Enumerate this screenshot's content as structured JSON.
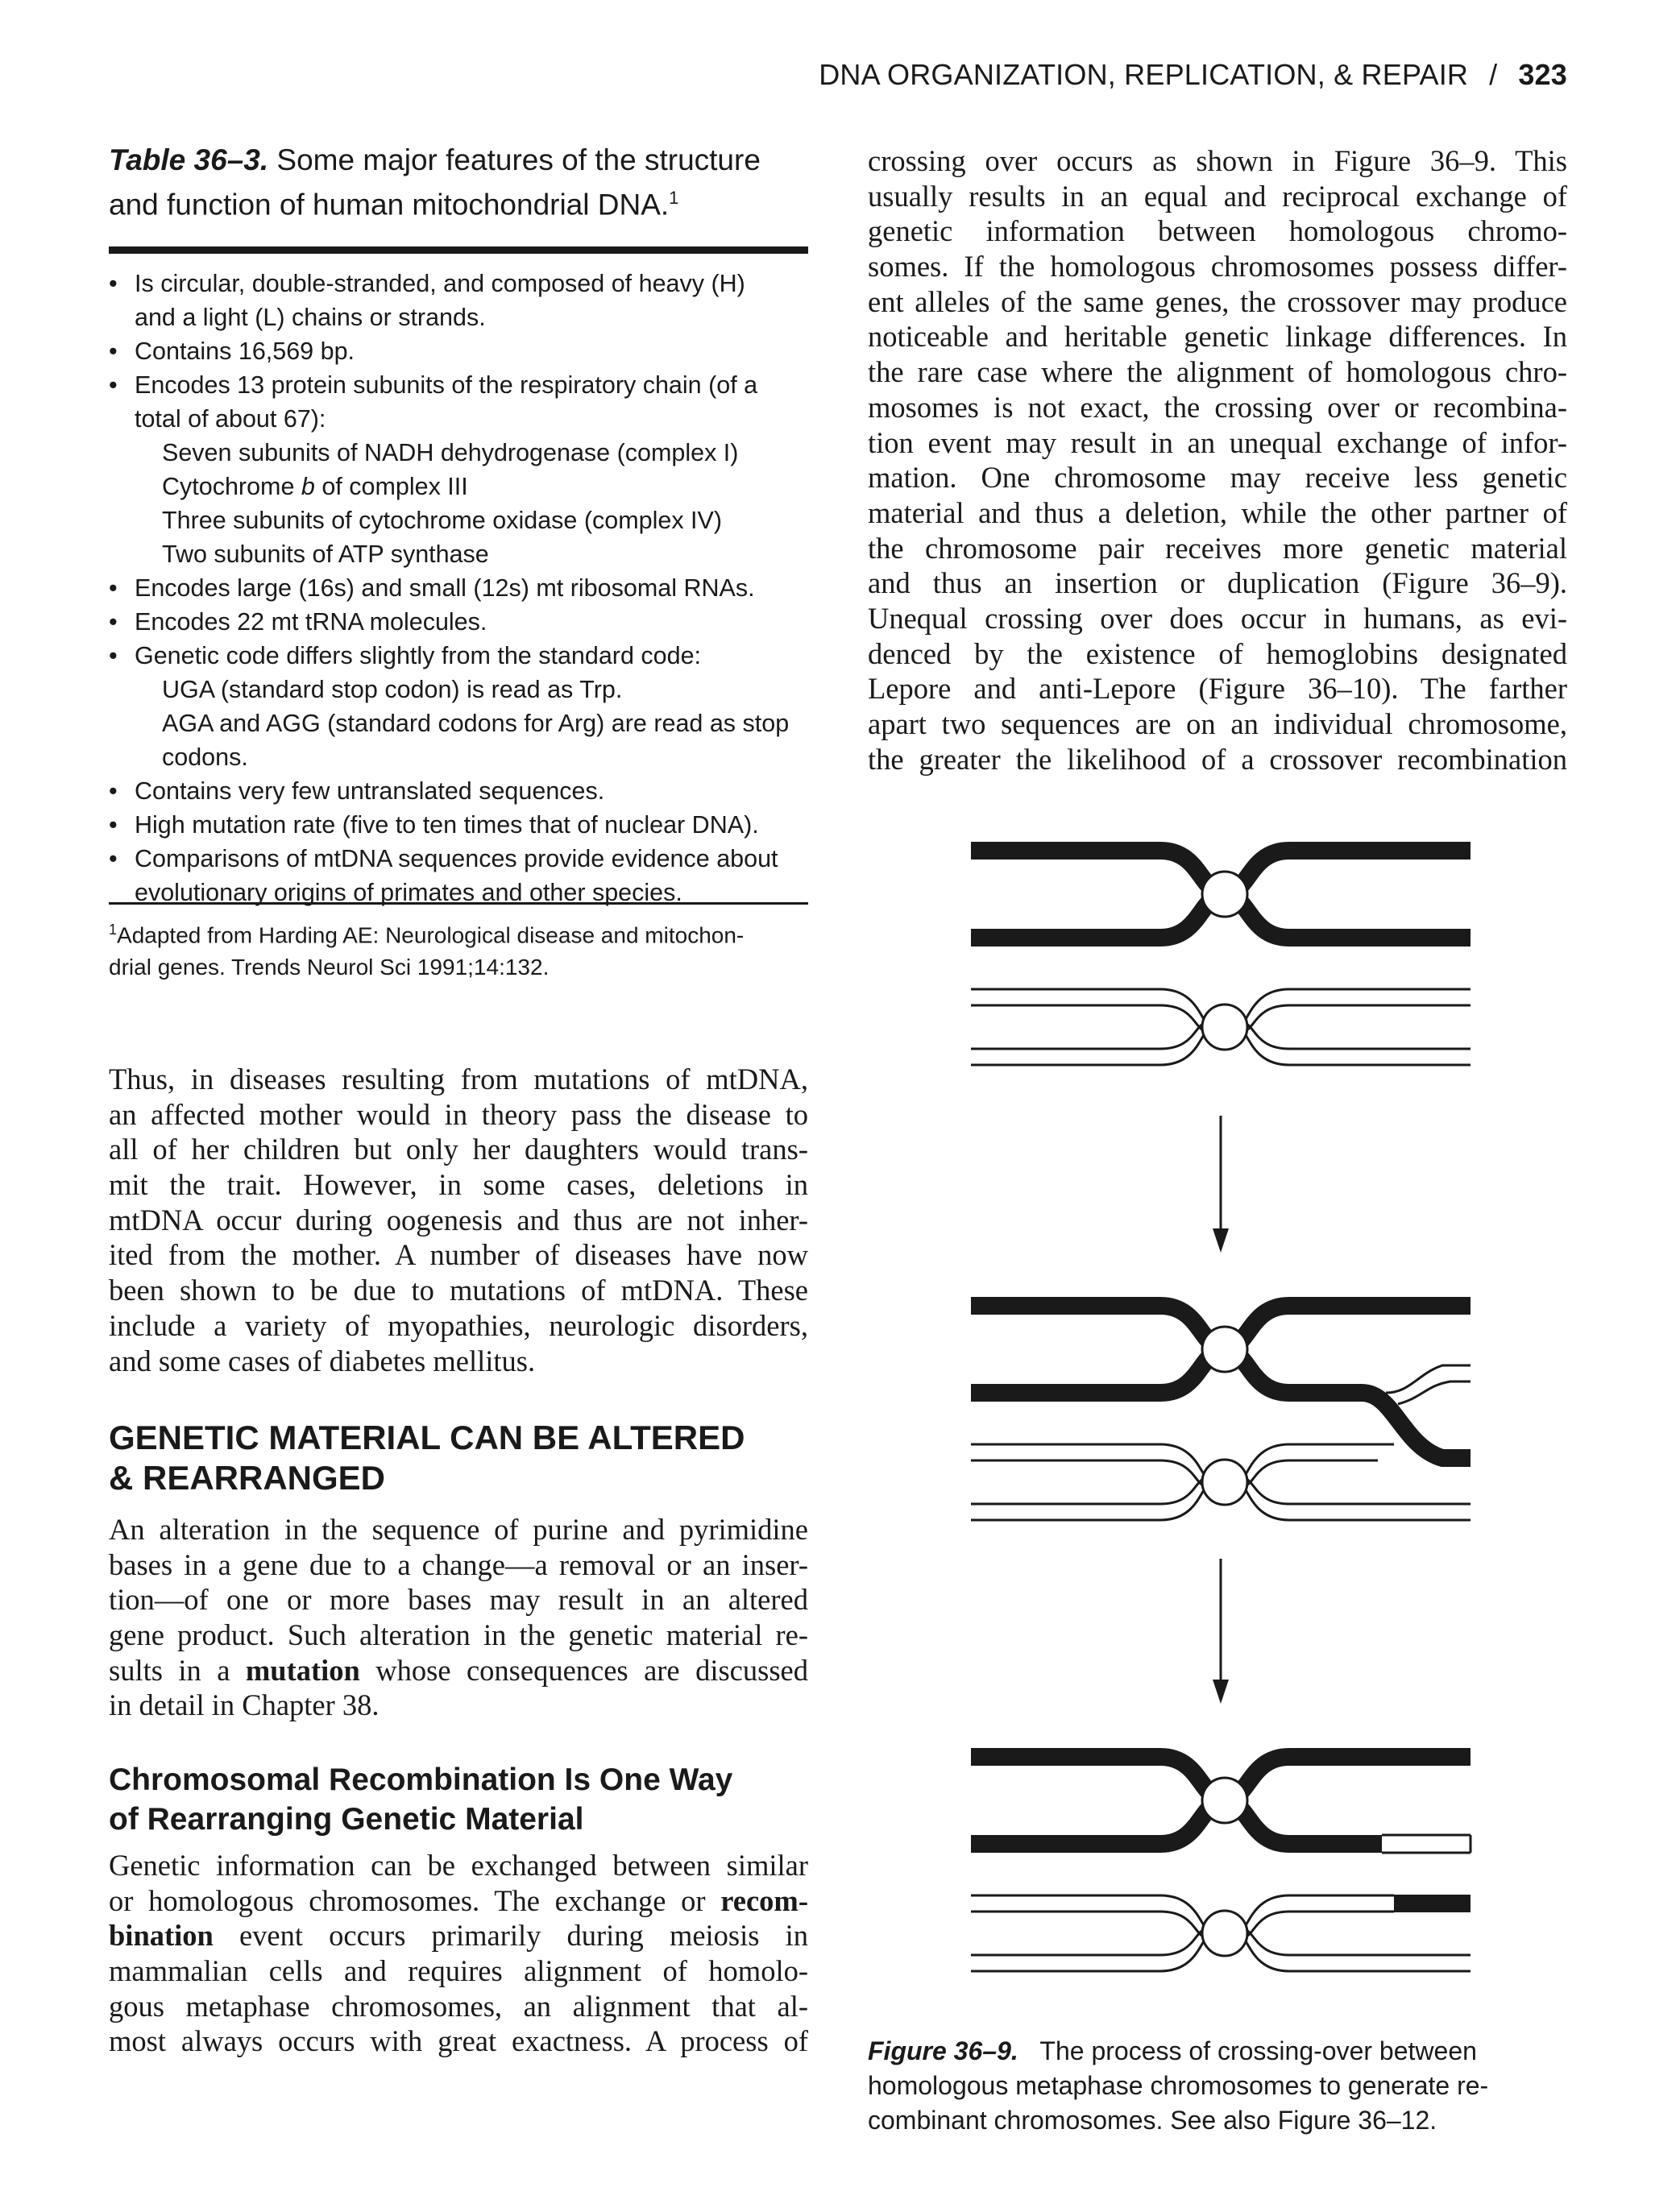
{
  "running_head": {
    "title": "DNA ORGANIZATION, REPLICATION, & REPAIR",
    "separator": "/",
    "page_number": "323"
  },
  "table": {
    "number": "Table 36–3.",
    "caption_line1": "Some major features of the structure",
    "caption_line2": "and function of human mitochondrial DNA.",
    "caption_footnote_mark": "1",
    "rows": [
      {
        "kind": "bullet",
        "text": "Is circular, double-stranded, and composed of heavy (H)"
      },
      {
        "kind": "cont",
        "text": "and a light (L) chains or strands."
      },
      {
        "kind": "bullet",
        "text": "Contains 16,569 bp."
      },
      {
        "kind": "bullet",
        "text": "Encodes 13 protein subunits of the respiratory chain (of a"
      },
      {
        "kind": "cont",
        "text": "total of about 67):"
      },
      {
        "kind": "sub",
        "text": "Seven subunits of NADH dehydrogenase (complex I)"
      },
      {
        "kind": "sub",
        "text": "Cytochrome b of complex III"
      },
      {
        "kind": "sub",
        "text": "Three subunits of cytochrome oxidase (complex IV)"
      },
      {
        "kind": "sub",
        "text": "Two subunits of ATP synthase"
      },
      {
        "kind": "bullet",
        "text": "Encodes large (16s) and small (12s) mt ribosomal RNAs."
      },
      {
        "kind": "bullet",
        "text": "Encodes 22 mt tRNA molecules."
      },
      {
        "kind": "bullet",
        "text": "Genetic code differs slightly from the standard code:"
      },
      {
        "kind": "sub",
        "text": "UGA (standard stop codon) is read as Trp."
      },
      {
        "kind": "sub",
        "text": "AGA and AGG (standard codons for Arg) are read as stop"
      },
      {
        "kind": "sub",
        "text": "codons."
      },
      {
        "kind": "bullet",
        "text": "Contains very few untranslated sequences."
      },
      {
        "kind": "bullet",
        "text": "High mutation rate (five to ten times that of nuclear DNA)."
      },
      {
        "kind": "bullet",
        "text": "Comparisons of mtDNA sequences provide evidence about"
      },
      {
        "kind": "cont",
        "text": "evolutionary origins of primates and other species."
      }
    ],
    "footnote_mark": "1",
    "footnote_line1": "Adapted from Harding AE: Neurological disease and mitochon-",
    "footnote_line2": "drial genes. Trends Neurol Sci 1991;14:132."
  },
  "paragraph_mtdna": [
    "Thus, in diseases resulting from mutations of mtDNA,",
    "an affected mother would in theory pass the disease to",
    "all of her children but only her daughters would trans-",
    "mit the trait. However, in some cases, deletions in",
    "mtDNA occur during oogenesis and thus are not inher-",
    "ited from the mother. A number of diseases have now",
    "been shown to be due to mutations of mtDNA. These",
    "include a variety of myopathies, neurologic disorders,",
    "and some cases of diabetes mellitus."
  ],
  "heading_genetic": {
    "line1": "GENETIC MATERIAL CAN BE ALTERED",
    "line2": "& REARRANGED"
  },
  "paragraph_alteration": {
    "lines": [
      "An alteration in the sequence of purine and pyrimidine",
      "bases in a gene due to a change—a removal or an inser-",
      "tion—of one or more bases may result in an altered",
      "gene product. Such alteration in the genetic material re-"
    ],
    "line5_before": "sults in a ",
    "line5_bold": "mutation",
    "line5_after": " whose consequences are discussed",
    "line6": "in detail in Chapter 38."
  },
  "heading_chromosomal": {
    "line1": "Chromosomal Recombination Is One Way",
    "line2": "of Rearranging Genetic Material"
  },
  "paragraph_recombination": {
    "line1": "Genetic information can be exchanged between similar",
    "line2_before": "or homologous chromosomes. The exchange or ",
    "line2_bold": "recom-",
    "line3_bold": "bination",
    "line3_after": " event occurs primarily during meiosis in",
    "line4": "mammalian cells and requires alignment of homolo-",
    "line5": "gous metaphase chromosomes, an alignment that al-",
    "line6": "most always occurs with great exactness. A process of"
  },
  "paragraph_crossing": [
    "crossing over occurs as shown in Figure 36–9. This",
    "usually results in an equal and reciprocal exchange of",
    "genetic information between homologous chromo-",
    "somes. If the homologous chromosomes possess differ-",
    "ent alleles of the same genes, the crossover may produce",
    "noticeable and heritable genetic linkage differences. In",
    "the rare case where the alignment of homologous chro-",
    "mosomes is not exact, the crossing over or recombina-",
    "tion event may result in an unequal exchange of infor-",
    "mation. One chromosome may receive less genetic",
    "material and thus a deletion, while the other partner of",
    "the chromosome pair receives more genetic material",
    "and thus an insertion or duplication (Figure 36–9).",
    "Unequal crossing over does occur in humans, as evi-",
    "denced by the existence of hemoglobins designated",
    "Lepore and anti-Lepore (Figure 36–10). The farther",
    "apart two sequences are on an individual chromosome,",
    "the greater the likelihood of a crossover recombination"
  ],
  "figure": {
    "number": "Figure 36–9.",
    "caption_line1": "The process of crossing-over between",
    "caption_line2": "homologous metaphase chromosomes to generate re-",
    "caption_line3": "combinant chromosomes. See also Figure 36–12."
  },
  "colors": {
    "ink": "#1a1a1a",
    "paper": "#ffffff"
  }
}
